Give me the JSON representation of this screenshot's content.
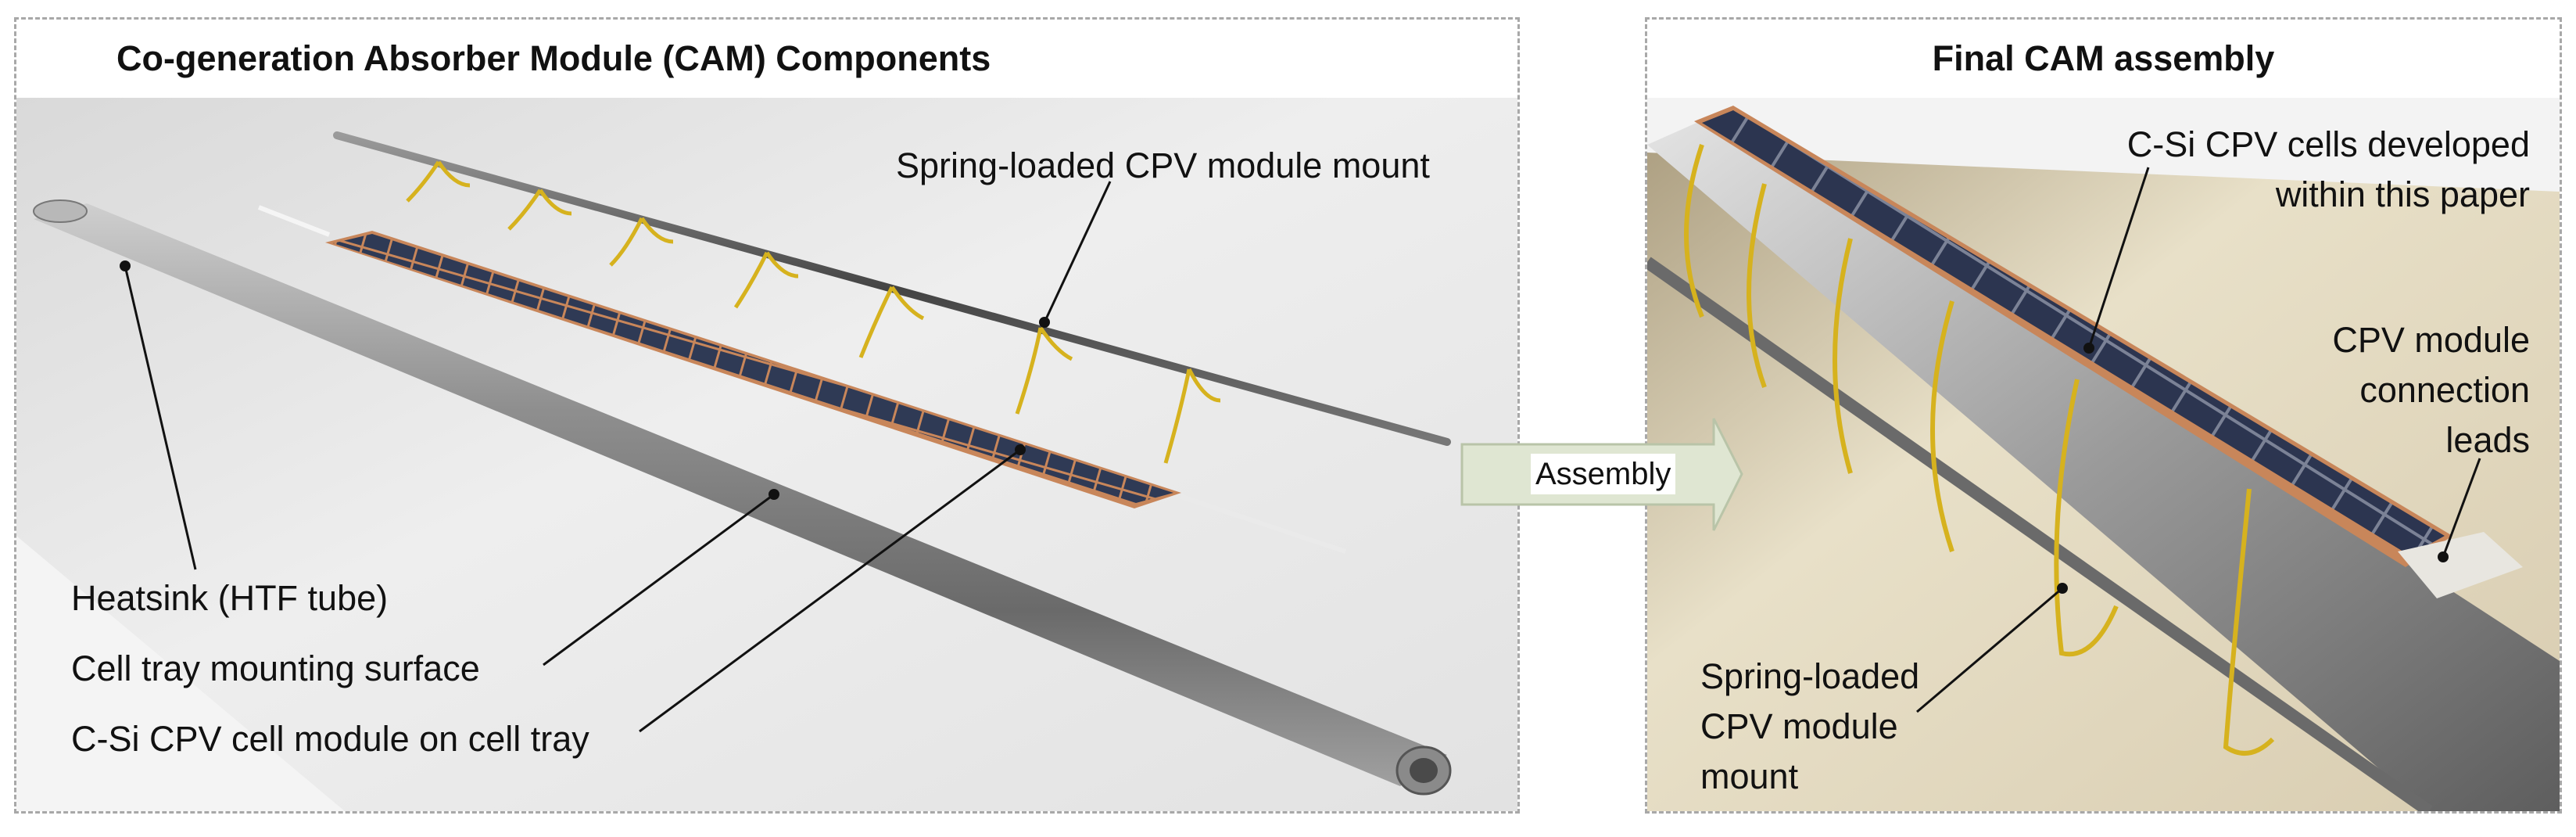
{
  "left_panel": {
    "title": "Co-generation Absorber Module (CAM) Components",
    "labels": {
      "spring_mount": "Spring-loaded CPV module mount",
      "heatsink": "Heatsink (HTF tube)",
      "cell_tray": "Cell tray mounting surface",
      "cell_module": "C-Si CPV cell module on cell tray"
    }
  },
  "arrow": {
    "label": "Assembly"
  },
  "right_panel": {
    "title": "Final CAM assembly",
    "labels": {
      "cells_line1": "C-Si CPV cells developed",
      "cells_line2": "within this paper",
      "leads_line1": "CPV module",
      "leads_line2": "connection",
      "leads_line3": "leads",
      "mount_line1": "Spring-loaded",
      "mount_line2": "CPV module",
      "mount_line3": "mount"
    }
  },
  "colors": {
    "panel_border": "#a8a8a8",
    "arrow_fill": "#dfe6d2",
    "arrow_stroke": "#b9c4a8",
    "cell_blue": "#2c3550",
    "copper": "#c8865a",
    "spring_yellow": "#d6b21e"
  }
}
